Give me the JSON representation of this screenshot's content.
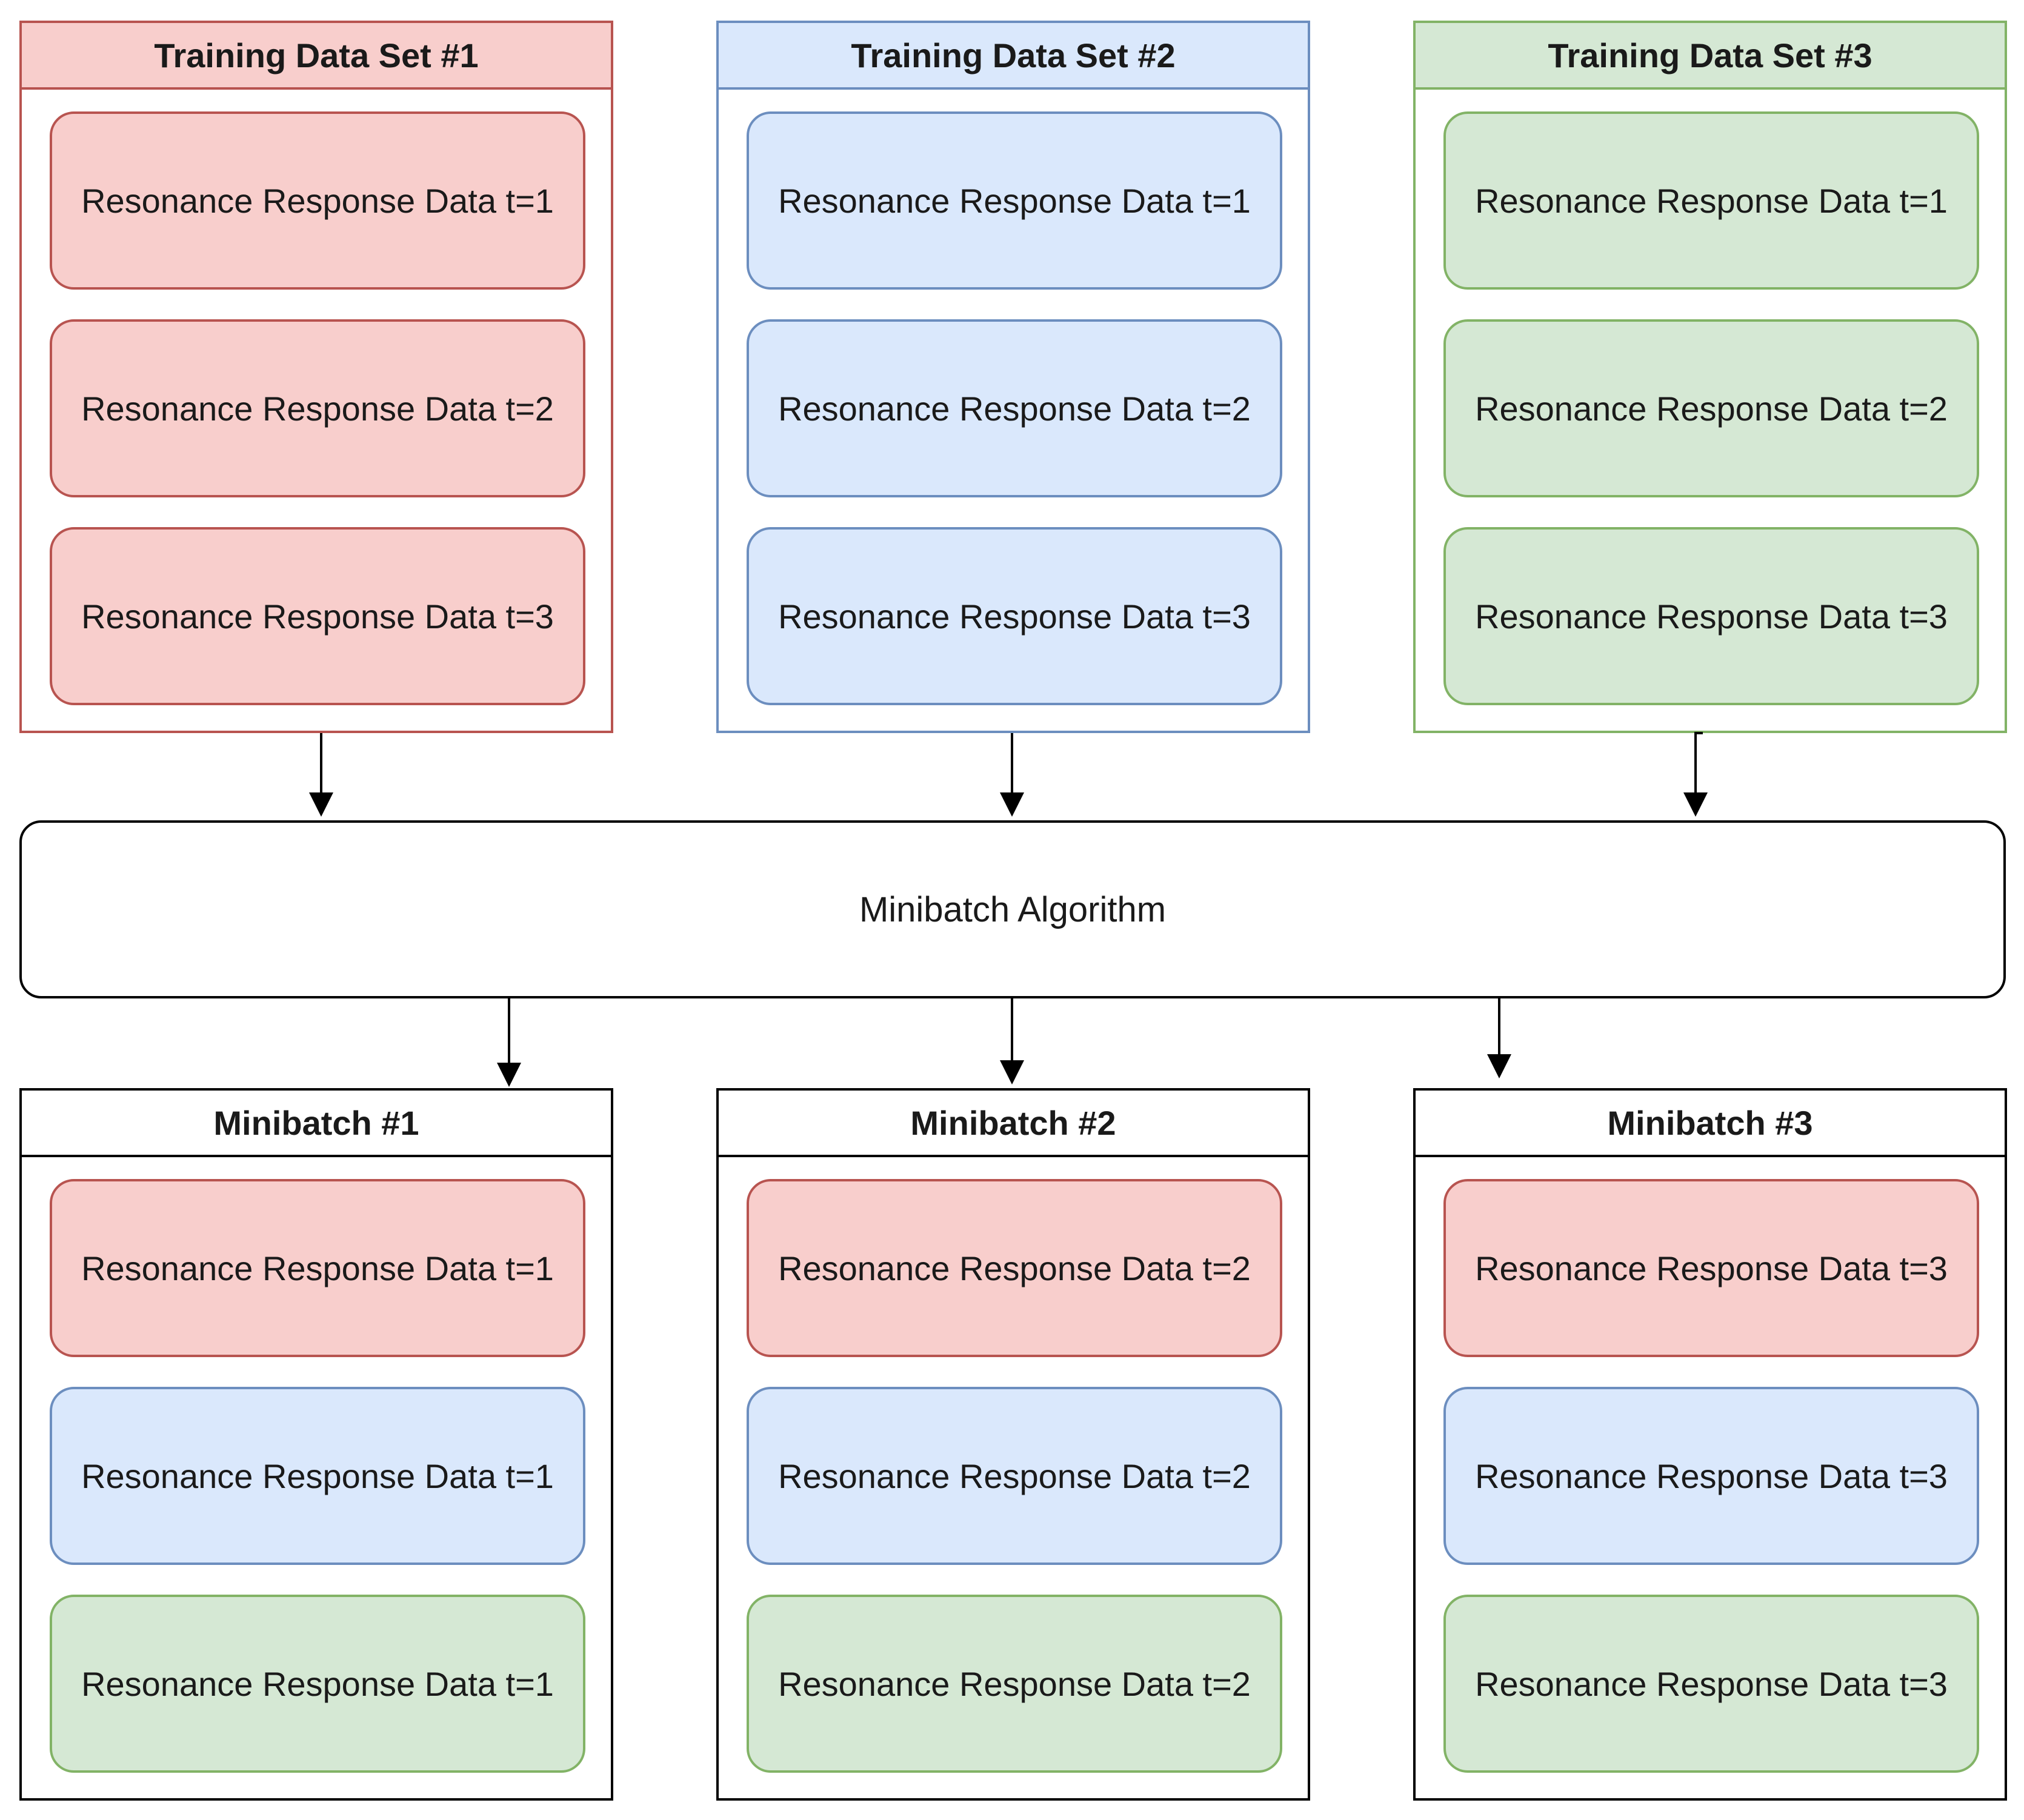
{
  "training_sets": [
    {
      "title": "Training Data Set #1",
      "items": [
        "Resonance Response Data t=1",
        "Resonance Response Data t=2",
        "Resonance Response Data t=3"
      ]
    },
    {
      "title": "Training Data Set #2",
      "items": [
        "Resonance Response Data t=1",
        "Resonance Response Data t=2",
        "Resonance Response Data t=3"
      ]
    },
    {
      "title": "Training Data Set #3",
      "items": [
        "Resonance Response Data t=1",
        "Resonance Response Data t=2",
        "Resonance Response Data t=3"
      ]
    }
  ],
  "algorithm": {
    "label": "Minibatch Algorithm"
  },
  "minibatches": [
    {
      "title": "Minibatch #1",
      "items": [
        "Resonance Response Data t=1",
        "Resonance Response Data t=1",
        "Resonance Response Data t=1"
      ]
    },
    {
      "title": "Minibatch #2",
      "items": [
        "Resonance Response Data t=2",
        "Resonance Response Data t=2",
        "Resonance Response Data t=2"
      ]
    },
    {
      "title": "Minibatch #3",
      "items": [
        "Resonance Response Data t=3",
        "Resonance Response Data t=3",
        "Resonance Response Data t=3"
      ]
    }
  ],
  "colors": {
    "red_fill": "#f8cecc",
    "red_stroke": "#b85450",
    "blue_fill": "#dae8fc",
    "blue_stroke": "#6c8ebf",
    "green_fill": "#d5e8d4",
    "green_stroke": "#82b366"
  }
}
